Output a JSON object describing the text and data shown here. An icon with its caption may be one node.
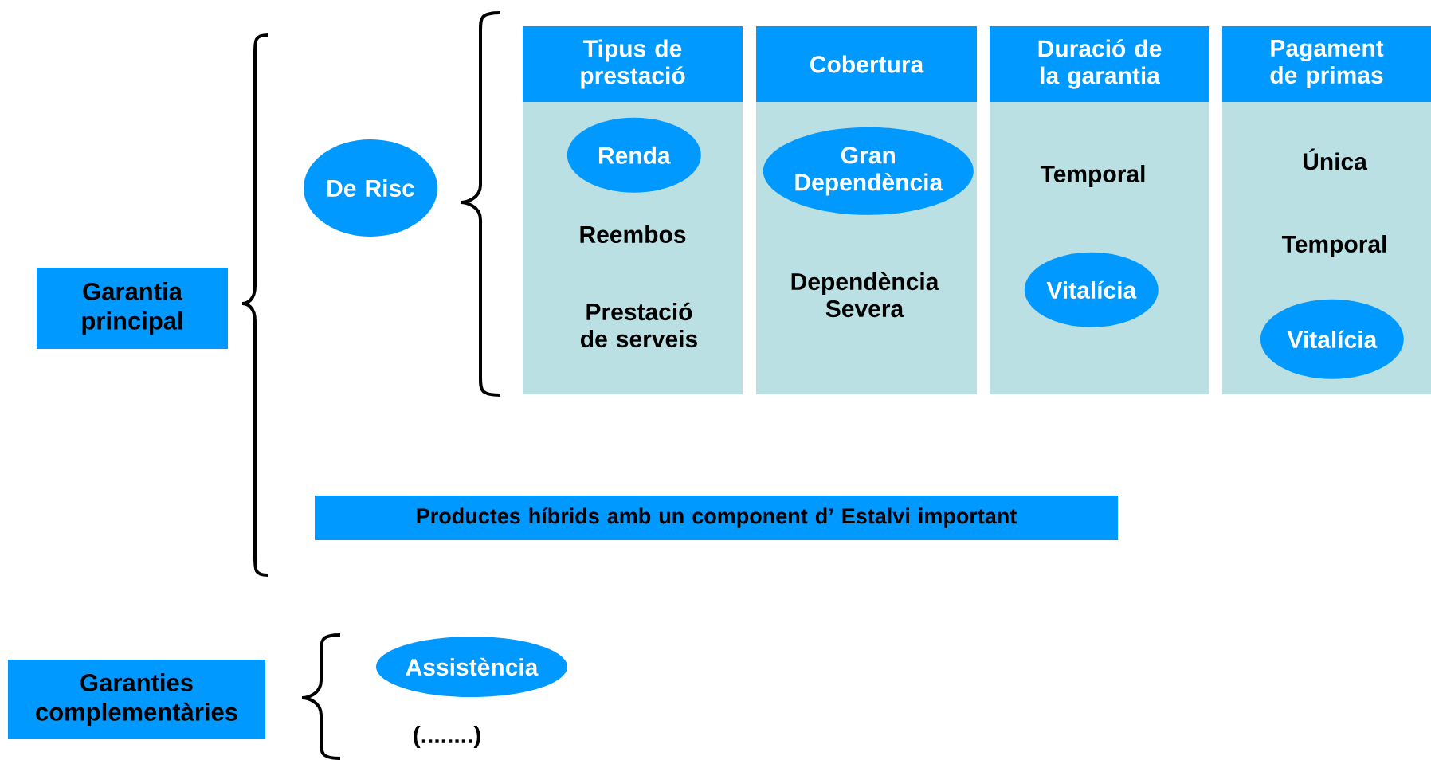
{
  "diagram": {
    "nodes": [
      {
        "text": [
          "Garantia principal"
        ]
      },
      {
        "text": [
          "De Risc"
        ]
      },
      {
        "text": [
          "Tipus de prestació"
        ]
      },
      {
        "text": [
          "Reembos",
          "Prestació de serveis"
        ]
      },
      {
        "text": [
          "Renda"
        ],
        "in": 3
      },
      {
        "text": [
          "Cobertura"
        ]
      },
      {
        "text": [
          "Dependència Severa"
        ]
      },
      {
        "text": [
          "Gran Dependència"
        ],
        "in": 6
      },
      {
        "text": [
          "Duració de la garantia"
        ]
      },
      {
        "text": [
          "Temporal"
        ]
      },
      {
        "text": [
          "Vitalícia"
        ],
        "in": 9
      },
      {
        "text": [
          "Pagament de primas"
        ]
      },
      {
        "text": [
          "Única",
          "Temporal"
        ]
      },
      {
        "text": [
          "Vitalícia"
        ],
        "in": 12
      },
      {
        "text": [
          "Productes híbrids amb un component d’ Estalvi important"
        ]
      },
      {
        "text": [
          "Garanties complementàries"
        ]
      },
      {
        "text": [
          "Assistència"
        ]
      }
    ],
    "labels": [
      "(........)"
    ]
  }
}
